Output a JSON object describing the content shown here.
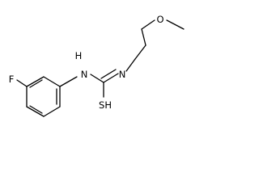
{
  "molecule": {
    "atoms": {
      "fluorine": "F",
      "amine_nh": "H",
      "amine_nh_n": "N",
      "imine_n": "N",
      "thiol_sh": "SH",
      "ether_o": "O"
    }
  }
}
